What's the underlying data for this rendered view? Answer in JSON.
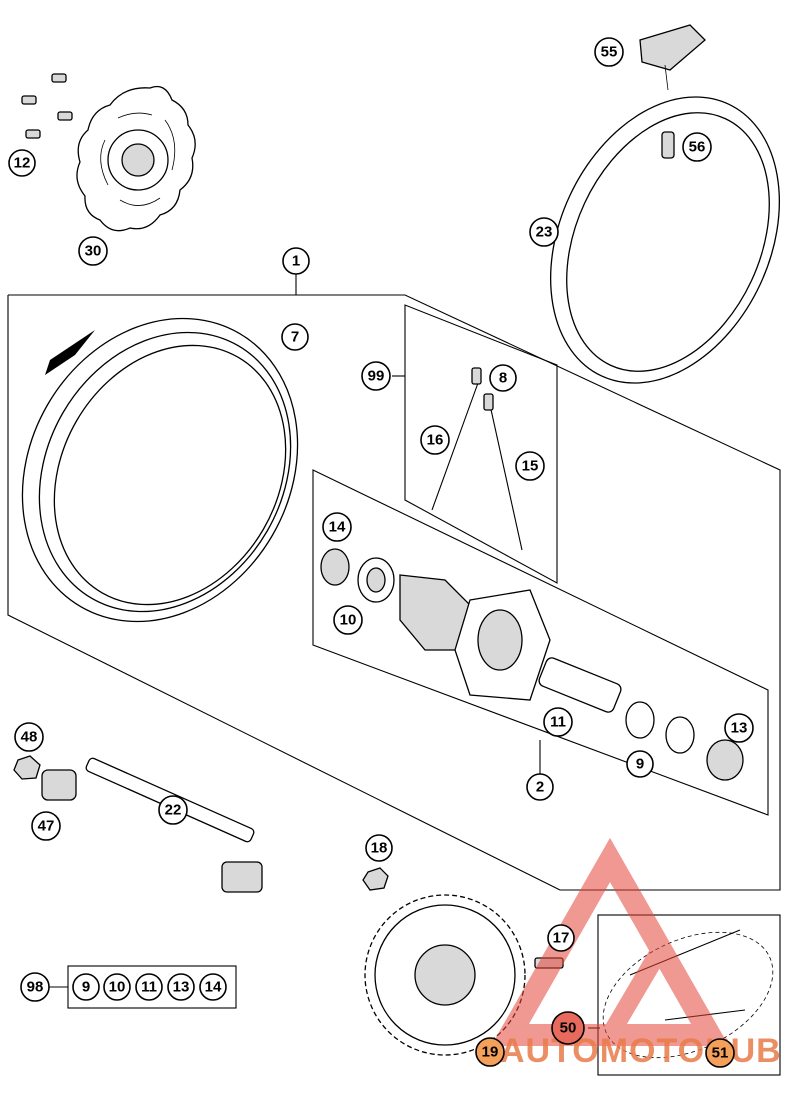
{
  "callouts": [
    {
      "id": "c1",
      "label": "1"
    },
    {
      "id": "c2",
      "label": "2"
    },
    {
      "id": "c7",
      "label": "7"
    },
    {
      "id": "c8",
      "label": "8"
    },
    {
      "id": "c9",
      "label": "9"
    },
    {
      "id": "c10",
      "label": "10"
    },
    {
      "id": "c11",
      "label": "11"
    },
    {
      "id": "c12",
      "label": "12"
    },
    {
      "id": "c13",
      "label": "13"
    },
    {
      "id": "c14",
      "label": "14"
    },
    {
      "id": "c15",
      "label": "15"
    },
    {
      "id": "c16",
      "label": "16"
    },
    {
      "id": "c17",
      "label": "17"
    },
    {
      "id": "c18",
      "label": "18"
    },
    {
      "id": "c19",
      "label": "19"
    },
    {
      "id": "c22",
      "label": "22"
    },
    {
      "id": "c23",
      "label": "23"
    },
    {
      "id": "c30",
      "label": "30"
    },
    {
      "id": "c47",
      "label": "47"
    },
    {
      "id": "c48",
      "label": "48"
    },
    {
      "id": "c50",
      "label": "50"
    },
    {
      "id": "c51",
      "label": "51"
    },
    {
      "id": "c55",
      "label": "55"
    },
    {
      "id": "c56",
      "label": "56"
    },
    {
      "id": "c98",
      "label": "98"
    },
    {
      "id": "c99",
      "label": "99"
    }
  ],
  "kit": {
    "label": "98",
    "items": [
      "9",
      "10",
      "11",
      "13",
      "14"
    ]
  },
  "watermark": {
    "text": "AUTOMOTOHUB",
    "color_logo": "#e5443a",
    "color_text": "#e97b4a"
  }
}
